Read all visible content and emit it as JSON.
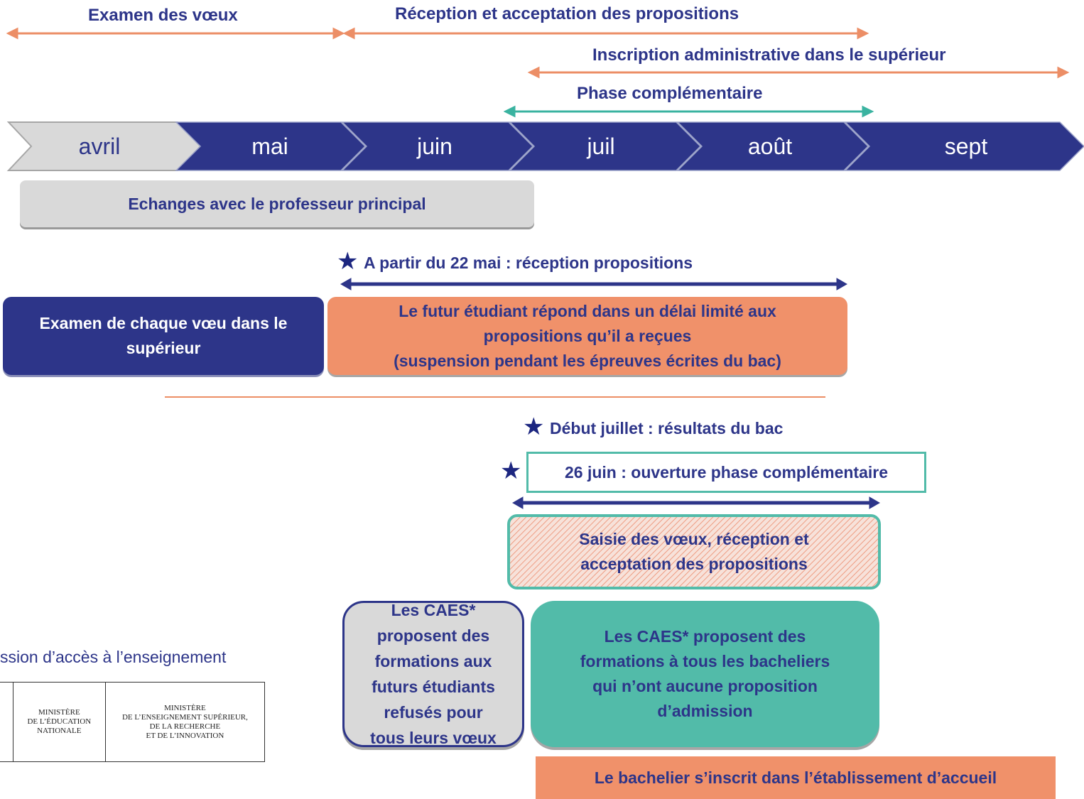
{
  "top_phases": {
    "examen": "Examen des vœux",
    "reception": "Réception et acceptation des propositions",
    "inscription": "Inscription administrative dans le supérieur",
    "complementaire": "Phase complémentaire"
  },
  "months": [
    "avril",
    "mai",
    "juin",
    "juil",
    "août",
    "sept"
  ],
  "boxes": {
    "echanges": "Echanges avec le professeur principal",
    "examen_voeu": "Examen de chaque vœu dans le supérieur",
    "futur_etudiant": [
      "Le futur étudiant répond dans un délai limité aux",
      "propositions qu’il a reçues",
      "(suspension pendant les épreuves écrites du bac)"
    ],
    "saisie": [
      "Saisie des vœux, réception et",
      "acceptation des propositions"
    ],
    "caes_refuses": [
      "Les CAES*",
      "proposent des",
      "formations aux",
      "futurs étudiants",
      "refusés pour",
      "tous leurs vœux"
    ],
    "caes_bacheliers": [
      "Les  CAES* proposent des",
      "formations à tous les bacheliers",
      "qui n’ont aucune proposition",
      "d’admission"
    ],
    "inscrit": "Le bachelier s’inscrit dans l’établissement d’accueil"
  },
  "events": {
    "reception_22mai": "A partir du 22 mai : réception propositions",
    "resultats_bac": "Début juillet : résultats du bac",
    "ouverture_26juin": "26 juin : ouverture phase complémentaire"
  },
  "footnote": "ssion d’accès à l’enseignement",
  "logo": {
    "ministere_education": "MINISTÈRE\nDE L’ÉDUCATION\nNATIONALE",
    "ministere_superieur": "MINISTÈRE\nDE L’ENSEIGNEMENT SUPÉRIEUR,\nDE LA RECHERCHE\nET DE L’INNOVATION"
  },
  "colors": {
    "navy": "#2d3589",
    "orange": "#f0916a",
    "teal": "#52bba9",
    "grey": "#d9d9d9"
  }
}
